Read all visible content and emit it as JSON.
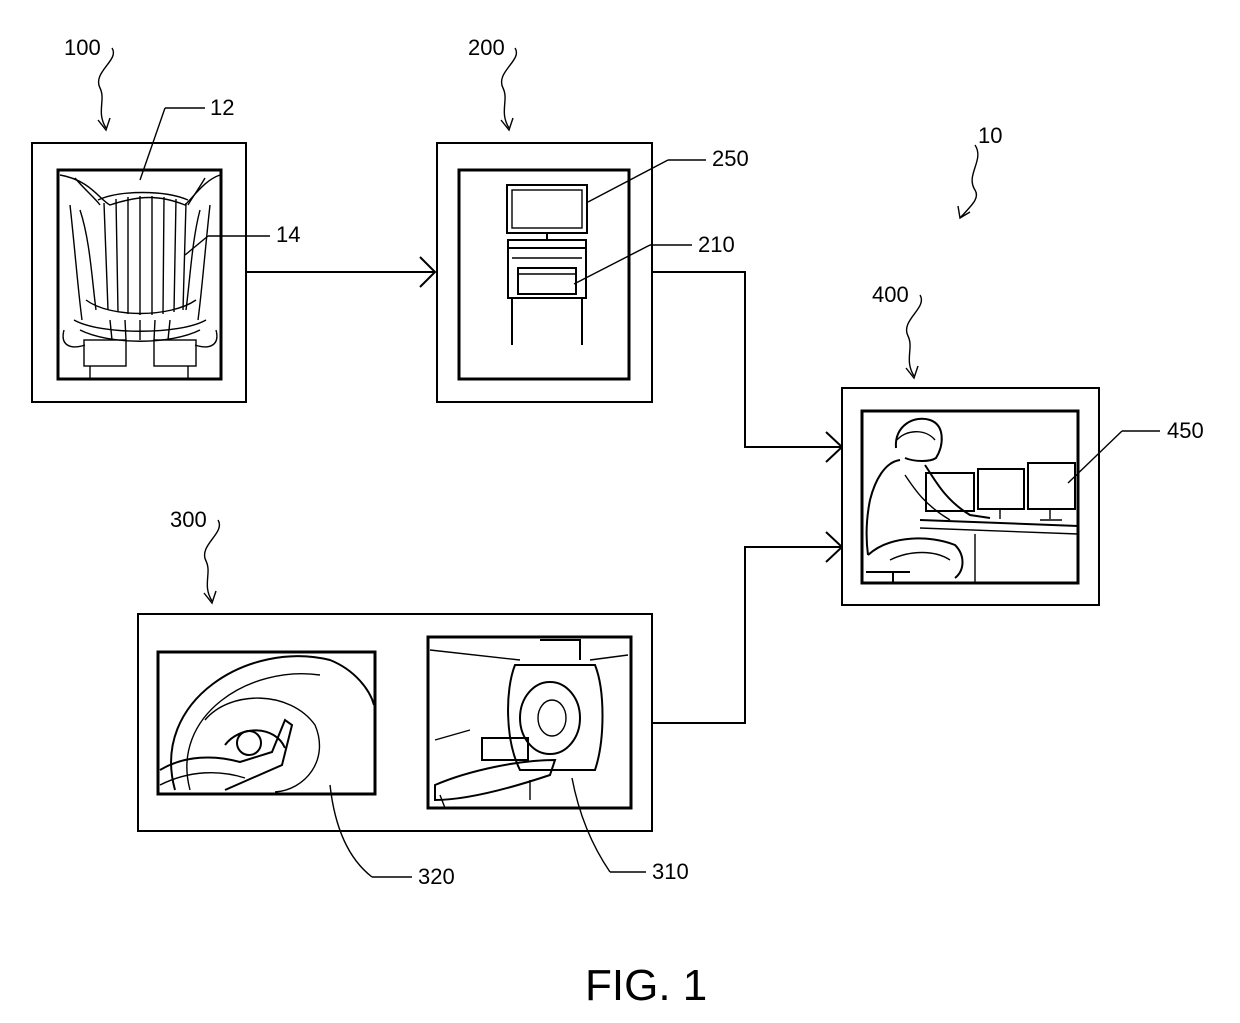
{
  "figure": {
    "caption": "FIG. 1",
    "labels": {
      "system": "10",
      "wearable": "100",
      "vest": "12",
      "electrodes": "14",
      "acquisition": "200",
      "display": "250",
      "amplifier": "210",
      "imaging": "300",
      "scanner_310": "310",
      "scanner_320": "320",
      "review": "400",
      "monitors": "450"
    }
  }
}
